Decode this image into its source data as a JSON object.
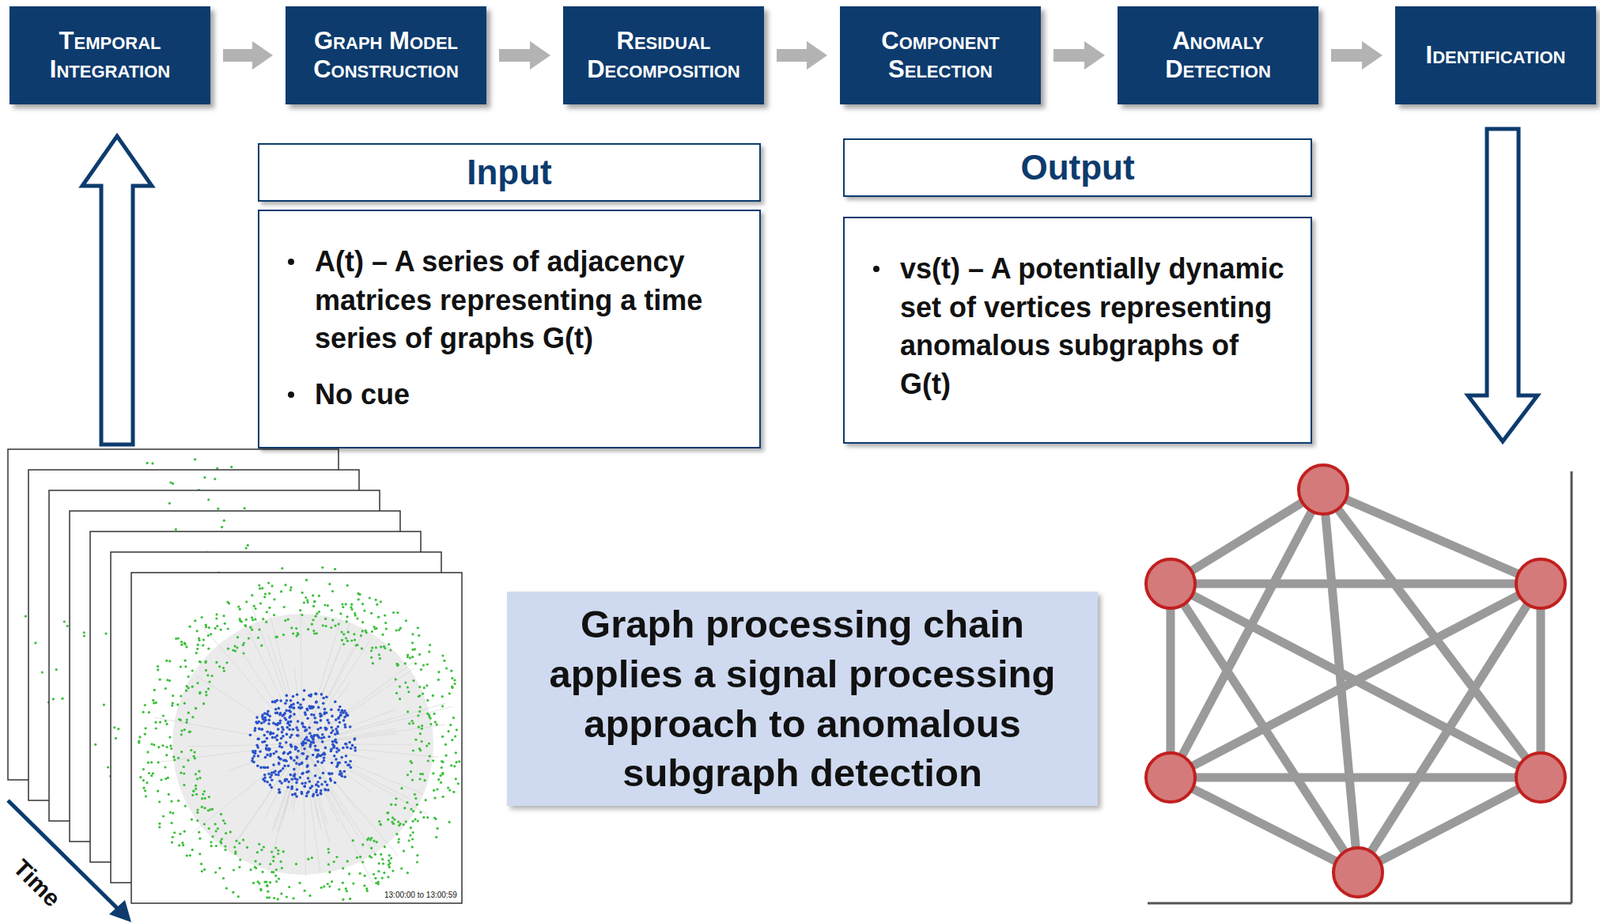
{
  "diagram": {
    "nodes": [
      {
        "text": [
          "Temporal Integration"
        ]
      },
      {
        "text": [
          "Graph Model Construction"
        ]
      },
      {
        "text": [
          "Residual Decomposition"
        ]
      },
      {
        "text": [
          "Component Selection"
        ]
      },
      {
        "text": [
          "Anomaly Detection"
        ]
      },
      {
        "text": [
          "Identification"
        ]
      },
      {
        "text": [
          "Input"
        ]
      },
      {
        "text": [
          "A(t) – A series of adjacency matrices representing a time series of graphs G(t)",
          "No cue"
        ]
      },
      {
        "text": [
          "Output"
        ]
      },
      {
        "text": [
          "vs(t) – A potentially dynamic set of vertices representing anomalous subgraphs of G(t)"
        ]
      },
      {
        "text": [
          "Graph processing chain applies a signal processing approach to anomalous subgraph detection"
        ]
      }
    ],
    "edges": [
      {
        "from": 0,
        "to": 1,
        "arrow": "to"
      },
      {
        "from": 1,
        "to": 2,
        "arrow": "to"
      },
      {
        "from": 2,
        "to": 3,
        "arrow": "to"
      },
      {
        "from": 3,
        "to": 4,
        "arrow": "to"
      },
      {
        "from": 4,
        "to": 5,
        "arrow": "to"
      }
    ],
    "labels": [
      "13:00:00 to 13:00:59",
      "Time"
    ]
  }
}
